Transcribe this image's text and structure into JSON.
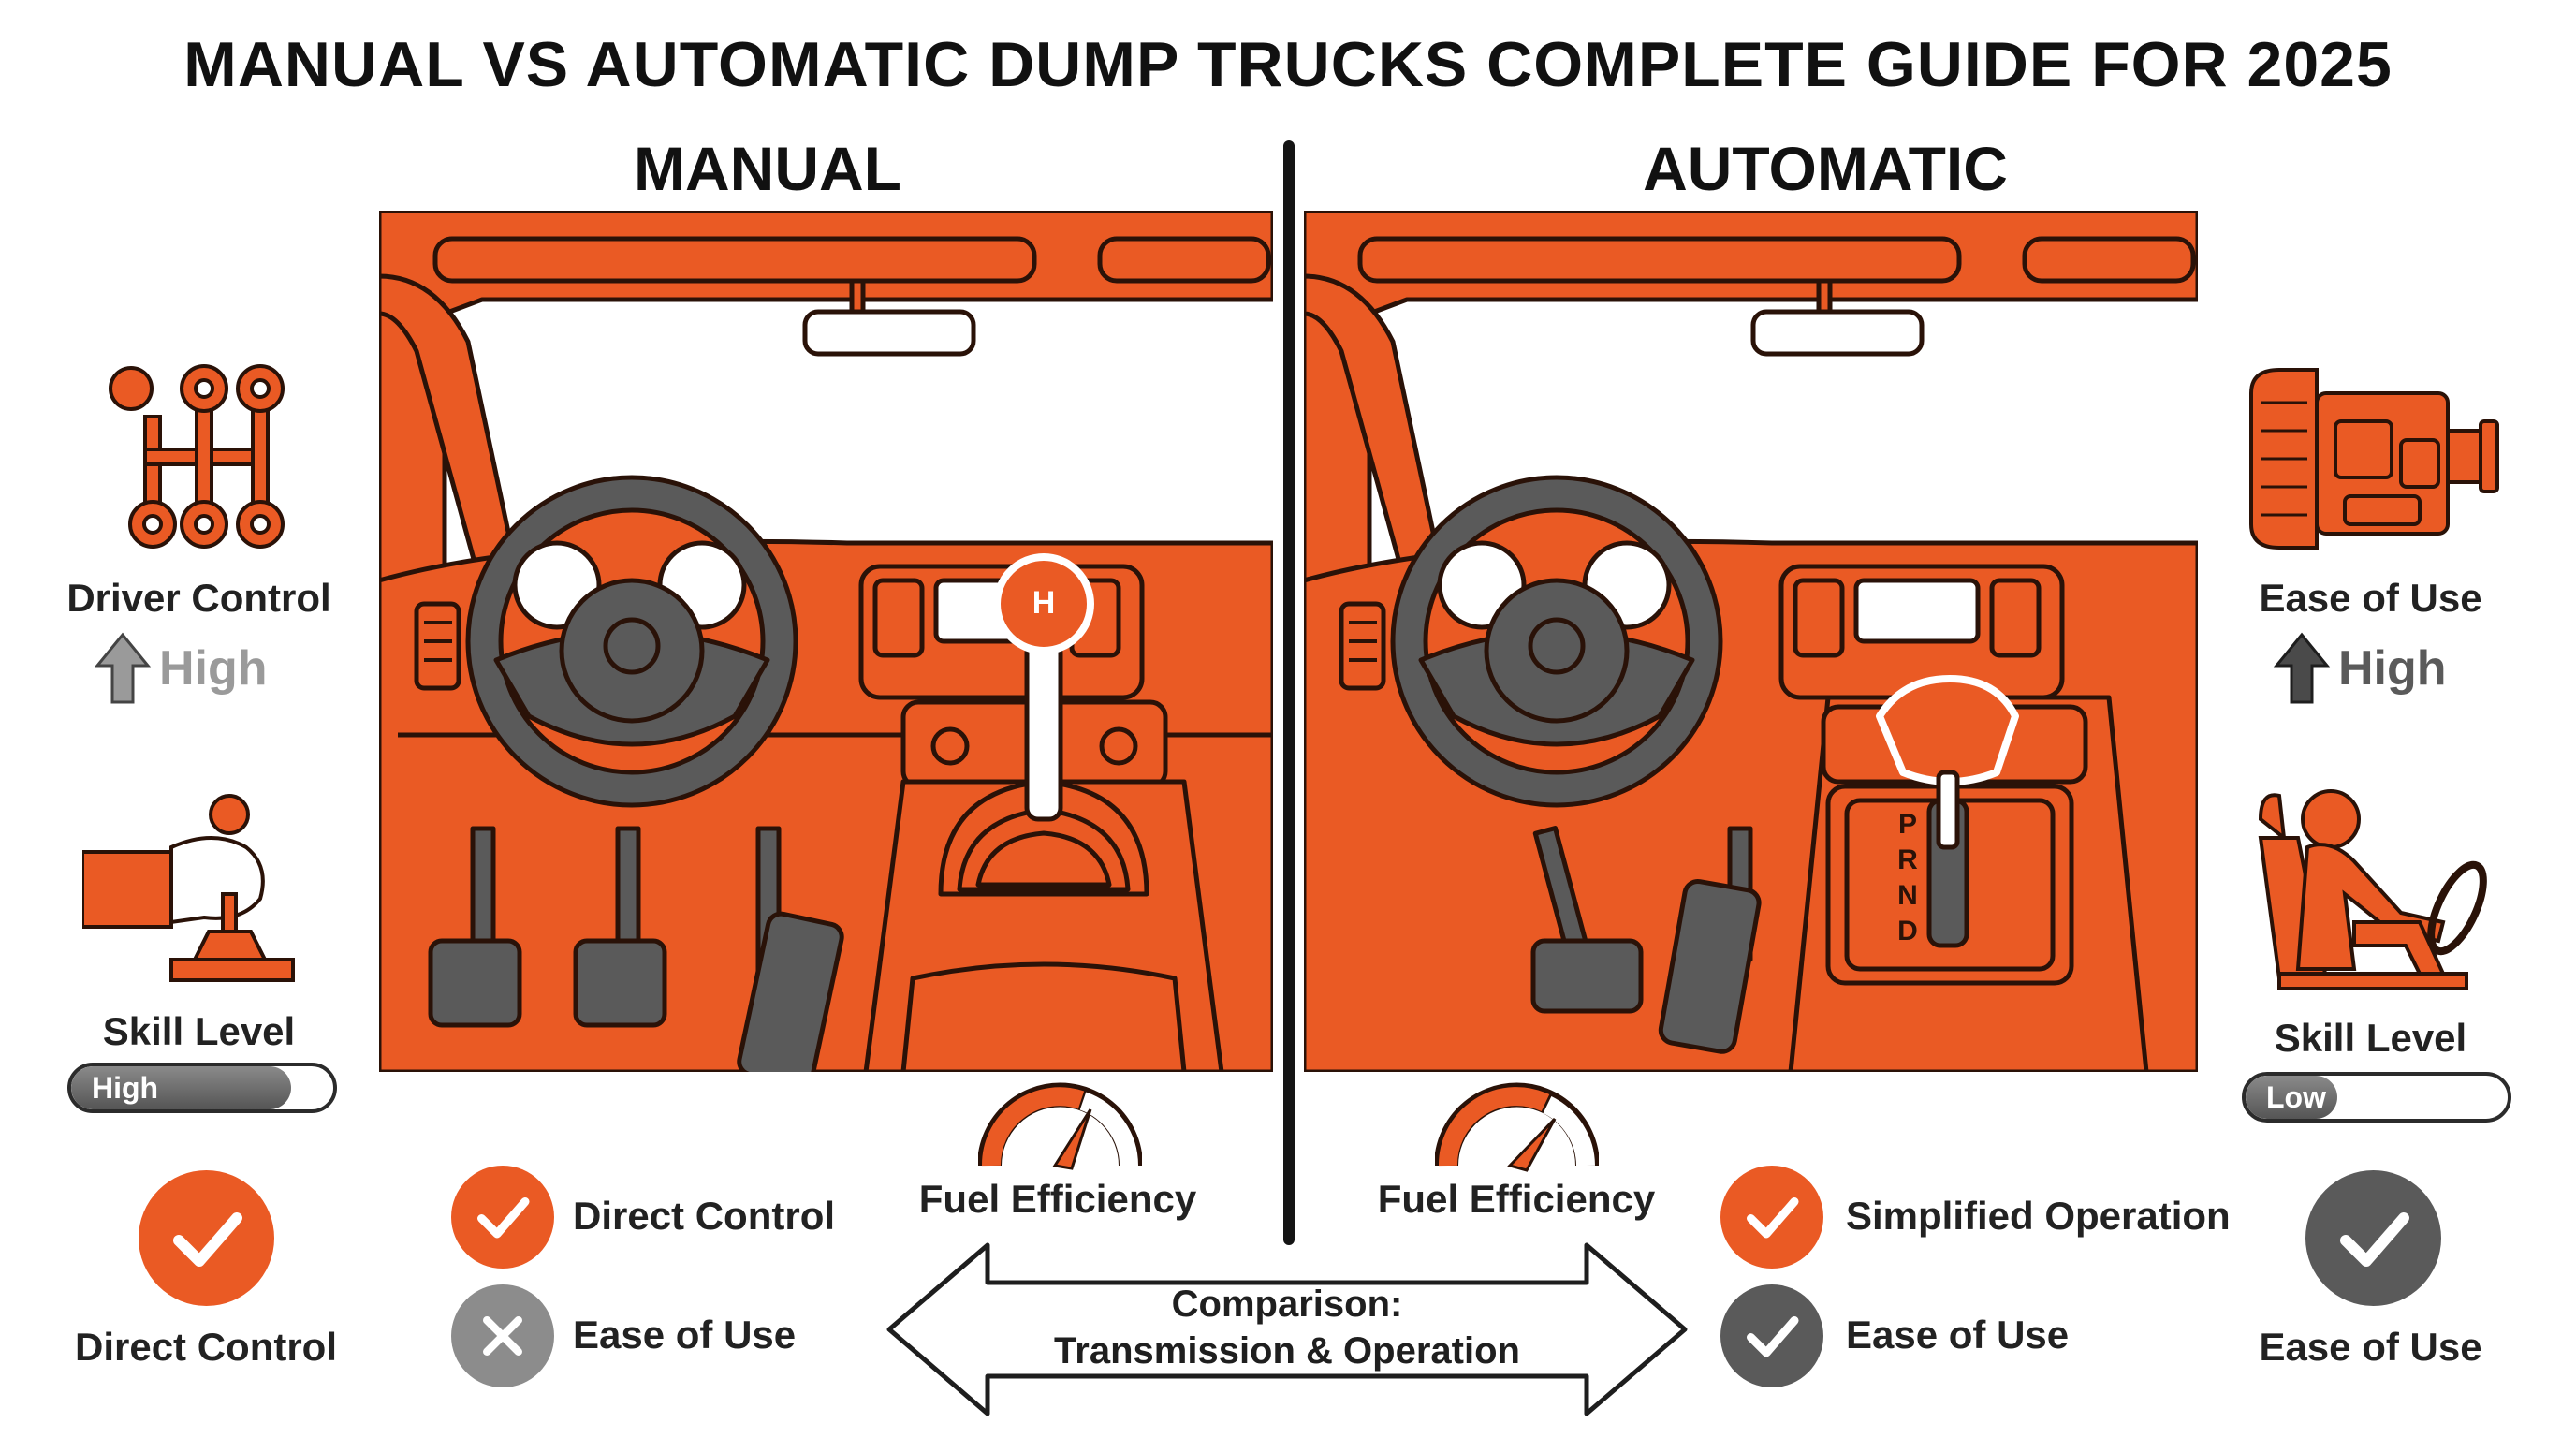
{
  "title": "MANUAL VS AUTOMATIC DUMP TRUCKS COMPLETE GUIDE FOR 2025",
  "manual": {
    "heading": "MANUAL",
    "driver_control": {
      "label": "Driver Control",
      "value": "High"
    },
    "skill": {
      "label": "Skill Level",
      "value": "High",
      "fill": 0.84
    },
    "bottom_feature": "Direct Control",
    "checklist": [
      {
        "text": "Direct Control",
        "status": "check"
      },
      {
        "text": "Ease of Use",
        "status": "cross"
      }
    ],
    "fuel_label": "Fuel Efficiency"
  },
  "automatic": {
    "heading": "AUTOMATIC",
    "ease": {
      "label": "Ease of Use",
      "value": "High"
    },
    "skill": {
      "label": "Skill Level",
      "value": "Low",
      "fill": 0.35
    },
    "bottom_feature": "Ease of Use",
    "checklist": [
      {
        "text": "Simplified Operation",
        "status": "check"
      },
      {
        "text": "Ease of Use",
        "status": "check"
      }
    ],
    "fuel_label": "Fuel Efficiency",
    "gear_letters": [
      "P",
      "R",
      "N",
      "D"
    ]
  },
  "comparison": {
    "line1": "Comparison:",
    "line2": "Transmission & Operation"
  },
  "shifter_badge": "H",
  "colors": {
    "accent": "#ea5a24",
    "dark": "#1e1e1e",
    "gray": "#5a5a5a",
    "light_gray": "#8c8c8c"
  }
}
